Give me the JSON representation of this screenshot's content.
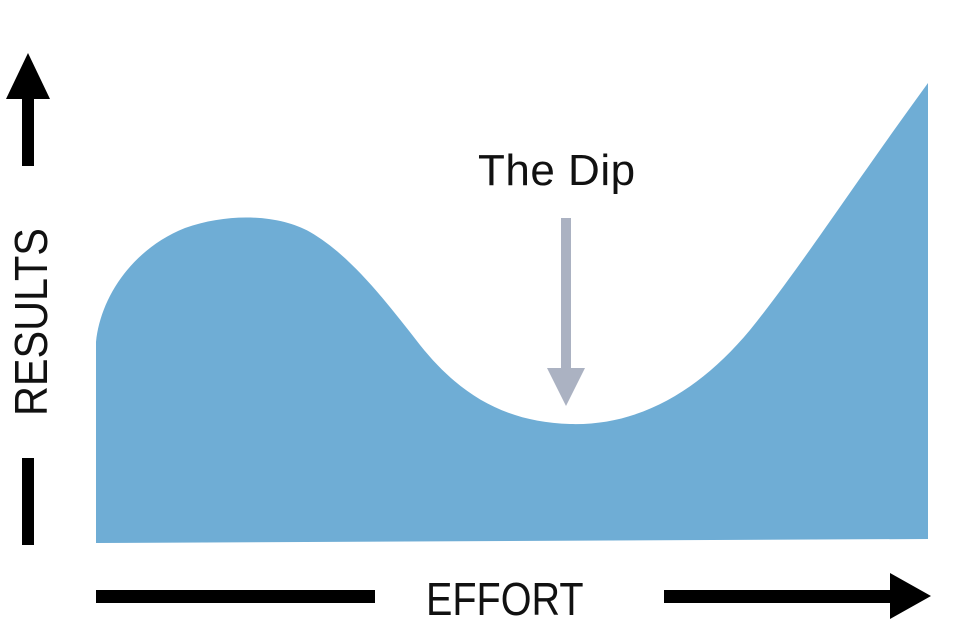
{
  "diagram": {
    "title_annotation": "The Dip",
    "x_axis_label": "EFFORT",
    "y_axis_label": "RESULTS",
    "colors": {
      "area_fill": "#6fadd5",
      "annotation_arrow": "#abb2c2",
      "axis_arrows": "#000000",
      "text": "#111111",
      "background": "#ffffff"
    },
    "icons": {
      "y_axis_arrow": "arrow-up",
      "x_axis_arrow": "arrow-right",
      "dip_pointer": "arrow-down"
    }
  },
  "chart_data": {
    "type": "area",
    "title": "The Dip",
    "xlabel": "EFFORT",
    "ylabel": "RESULTS",
    "annotations": [
      {
        "text": "The Dip",
        "points_to": "local minimum of curve",
        "x": 0.57,
        "y": 0.27
      }
    ],
    "x": [
      0.0,
      0.1,
      0.18,
      0.3,
      0.4,
      0.5,
      0.57,
      0.65,
      0.75,
      0.85,
      0.93,
      1.0
    ],
    "values": [
      0.44,
      0.64,
      0.7,
      0.64,
      0.5,
      0.33,
      0.27,
      0.31,
      0.46,
      0.68,
      0.85,
      1.0
    ],
    "ylim": [
      0,
      1
    ],
    "xlim": [
      0,
      1
    ],
    "grid": false,
    "legend": "none"
  }
}
